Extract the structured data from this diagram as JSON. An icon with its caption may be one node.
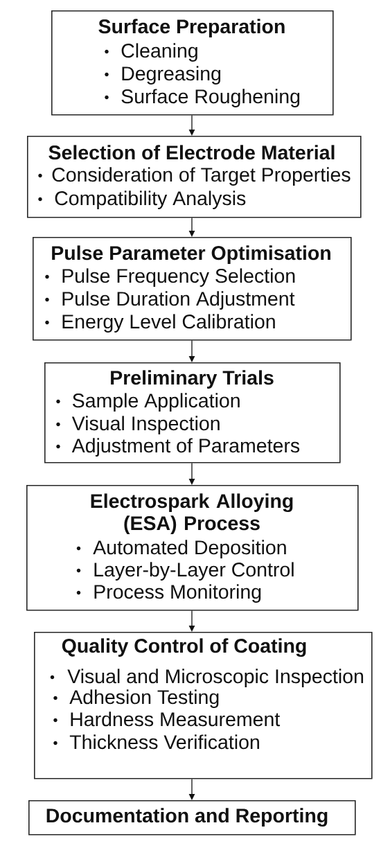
{
  "diagram": {
    "nodes": [
      {
        "text": [
          "Surface Preparation",
          "Cleaning",
          "Degreasing",
          "Surface Roughening"
        ]
      },
      {
        "text": [
          "Selection of Electrode Material",
          "Consideration of Target Properties",
          "Compatibility Analysis"
        ]
      },
      {
        "text": [
          "Pulse Parameter Optimisation",
          "Pulse Frequency Selection",
          "Pulse Duration Adjustment",
          "Energy Level Calibration"
        ]
      },
      {
        "text": [
          "Preliminary Trials",
          "Sample Application",
          "Visual Inspection",
          "Adjustment of Parameters"
        ]
      },
      {
        "text": [
          "Electrospark Alloying (ESA) Process",
          "Automated Deposition",
          "Layer-by-Layer Control",
          "Process Monitoring"
        ]
      },
      {
        "text": [
          "Quality Control of Coating",
          "Visual and Microscopic Inspection",
          "Adhesion Testing",
          "Hardness Measurement",
          "Thickness Verification"
        ]
      },
      {
        "text": [
          "Documentation and Reporting"
        ]
      }
    ],
    "edges": [
      {
        "from": 0,
        "to": 1,
        "arrow": "to"
      },
      {
        "from": 1,
        "to": 2,
        "arrow": "to"
      },
      {
        "from": 2,
        "to": 3,
        "arrow": "to"
      },
      {
        "from": 3,
        "to": 4,
        "arrow": "to"
      },
      {
        "from": 4,
        "to": 5,
        "arrow": "to"
      },
      {
        "from": 5,
        "to": 6,
        "arrow": "to"
      }
    ]
  }
}
